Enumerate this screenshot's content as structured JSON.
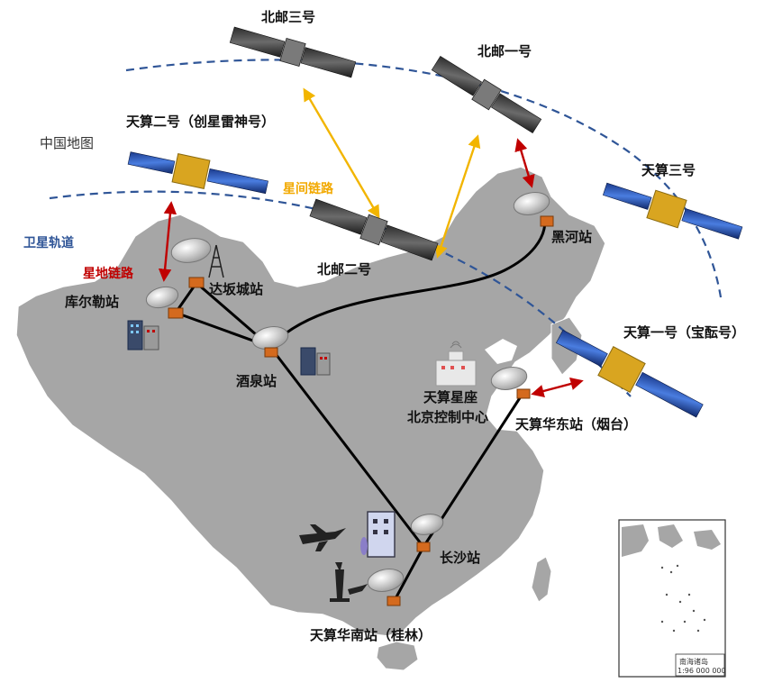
{
  "map": {
    "map_title": "中国地图",
    "inset_label": "南海诸岛",
    "inset_scale": "1:96 000 000"
  },
  "legend": {
    "orbit_label": "卫星轨道",
    "ground_link_label": "星地链路",
    "intersat_link_label": "星间链路"
  },
  "satellites": [
    {
      "id": "beiyou3",
      "label": "北邮三号"
    },
    {
      "id": "beiyou1",
      "label": "北邮一号"
    },
    {
      "id": "beiyou2",
      "label": "北邮二号"
    },
    {
      "id": "tiansuan2",
      "label": "天算二号（创星雷神号）"
    },
    {
      "id": "tiansuan3",
      "label": "天算三号"
    },
    {
      "id": "tiansuan1",
      "label": "天算一号（宝酝号）"
    }
  ],
  "stations": [
    {
      "id": "korla",
      "label": "库尔勒站"
    },
    {
      "id": "dabancheng",
      "label": "达坂城站"
    },
    {
      "id": "jiuquan",
      "label": "酒泉站"
    },
    {
      "id": "heihe",
      "label": "黑河站"
    },
    {
      "id": "beijing",
      "label": "天算星座",
      "label2": "北京控制中心"
    },
    {
      "id": "yantai",
      "label": "天算华东站（烟台）"
    },
    {
      "id": "changsha",
      "label": "长沙站"
    },
    {
      "id": "guilin",
      "label": "天算华南站（桂林）"
    }
  ],
  "colors": {
    "land": "#a6a6a6",
    "orbit": "#2f5597",
    "ground_link": "#c00000",
    "intersat_link": "#f2b500",
    "station_box": "#d46a1e",
    "network_line": "#000000"
  }
}
